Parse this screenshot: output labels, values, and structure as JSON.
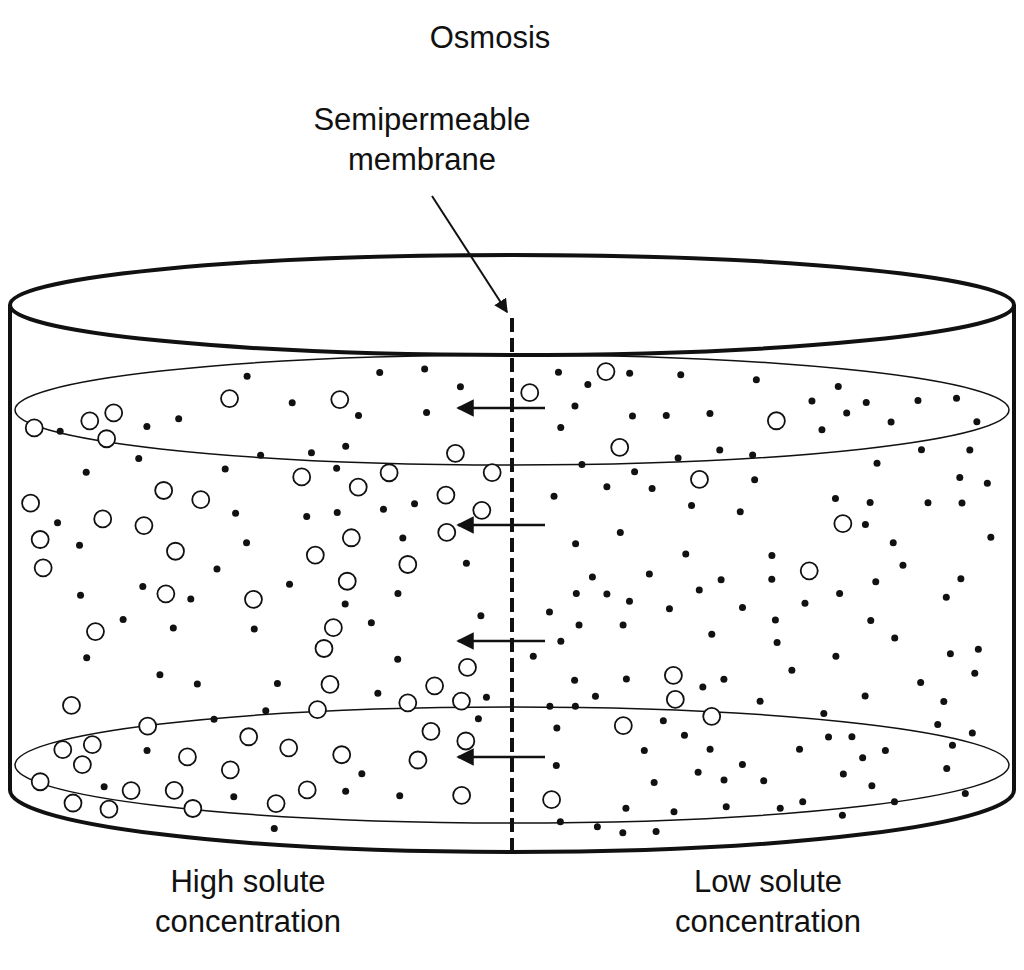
{
  "diagram": {
    "title": "Osmosis",
    "labels": [
      "Semipermeable membrane",
      "High solute concentration",
      "Low solute concentration"
    ]
  }
}
